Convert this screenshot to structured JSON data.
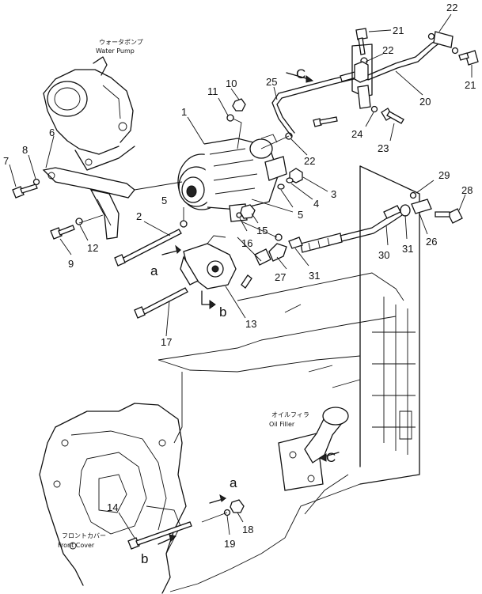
{
  "labels": {
    "water_pump_jp": "ウォータポンプ",
    "water_pump_en": "Water Pump",
    "oil_filler_jp": "オイルフィラ",
    "oil_filler_en": "Oil Filler",
    "front_cover_jp": "フロントカバー",
    "front_cover_en": "Front Cover"
  },
  "refs": {
    "a": "a",
    "b": "b",
    "c": "C"
  },
  "callouts": [
    "1",
    "2",
    "3",
    "4",
    "5",
    "5",
    "6",
    "7",
    "8",
    "9",
    "10",
    "11",
    "12",
    "13",
    "14",
    "15",
    "16",
    "17",
    "18",
    "19",
    "20",
    "21",
    "21",
    "22",
    "22",
    "22",
    "23",
    "24",
    "25",
    "26",
    "27",
    "28",
    "29",
    "30",
    "31",
    "31"
  ]
}
